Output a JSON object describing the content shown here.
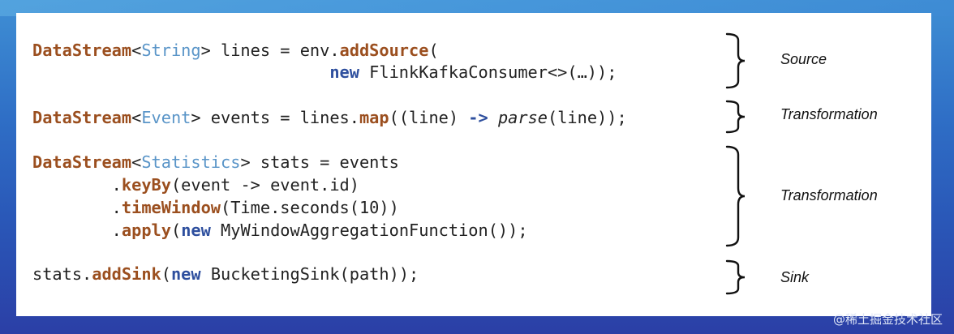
{
  "code": {
    "line1": {
      "type": "DataStream",
      "lt": "<",
      "param": "String",
      "rest": "> lines = env.",
      "method": "addSource",
      "tail": "("
    },
    "line2": {
      "indent": "                              ",
      "new": "new",
      "rest": " FlinkKafkaConsumer<>(…));"
    },
    "line3": {
      "type": "DataStream",
      "lt": "<",
      "param": "Event",
      "rest": "> events = lines.",
      "method": "map",
      "mid": "((line) ",
      "arrow": "->",
      "space": " ",
      "parse": "parse",
      "tail": "(line));"
    },
    "line4": {
      "type": "DataStream",
      "lt": "<",
      "param": "Statistics",
      "rest": "> stats = events"
    },
    "line5": {
      "indent": "        .",
      "method": "keyBy",
      "tail": "(event -> event.id)"
    },
    "line6": {
      "indent": "        .",
      "method": "timeWindow",
      "tail": "(Time.seconds(10))"
    },
    "line7": {
      "indent": "        .",
      "method": "apply",
      "open": "(",
      "new": "new",
      "tail": " MyWindowAggregationFunction());"
    },
    "line8": {
      "pre": "stats.",
      "method": "addSink",
      "open": "(",
      "new": "new",
      "tail": " BucketingSink(path));"
    }
  },
  "labels": {
    "source": "Source",
    "transformation1": "Transformation",
    "transformation2": "Transformation",
    "sink": "Sink"
  },
  "watermark": "@稀土掘金技术社区",
  "colors": {
    "keyword": "#9b4f1f",
    "new_keyword": "#2e4f9e",
    "type_param": "#5a95c8",
    "background_blue": "#2f6fc6"
  }
}
